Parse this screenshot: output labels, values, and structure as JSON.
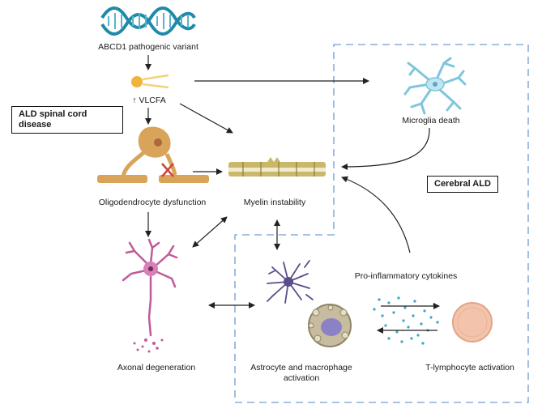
{
  "nodes": {
    "abcd1": "ABCD1 pathogenic variant",
    "vlcfa": "↑ VLCFA",
    "microglia": "Microglia death",
    "oligo": "Oligodendrocyte dysfunction",
    "myelin": "Myelin instability",
    "axonal": "Axonal degeneration",
    "astro_line1": "Astrocyte and macrophage",
    "astro_line2": "activation",
    "cytokines": "Pro-inflammatory cytokines",
    "tcell": "T-lymphocyte activation"
  },
  "boxes": {
    "spinal_line1": "ALD spinal cord",
    "spinal_line2": "disease",
    "cerebral": "Cerebral ALD"
  },
  "colors": {
    "dna": "#1f8aa8",
    "dashed_border": "#8aaedb",
    "arrow": "#222222",
    "oligodendrocyte": "#d9a45a",
    "myelin": "#c9b86a",
    "neuron": "#c05a9a",
    "microglia": "#7fc6dc",
    "astrocyte": "#5b4c8c",
    "macrophage": "#b8a8d8",
    "cytokine_dots": "#35a6c9",
    "tlymphocyte": "#f3c3ac",
    "lipid": "#f0b43a"
  }
}
